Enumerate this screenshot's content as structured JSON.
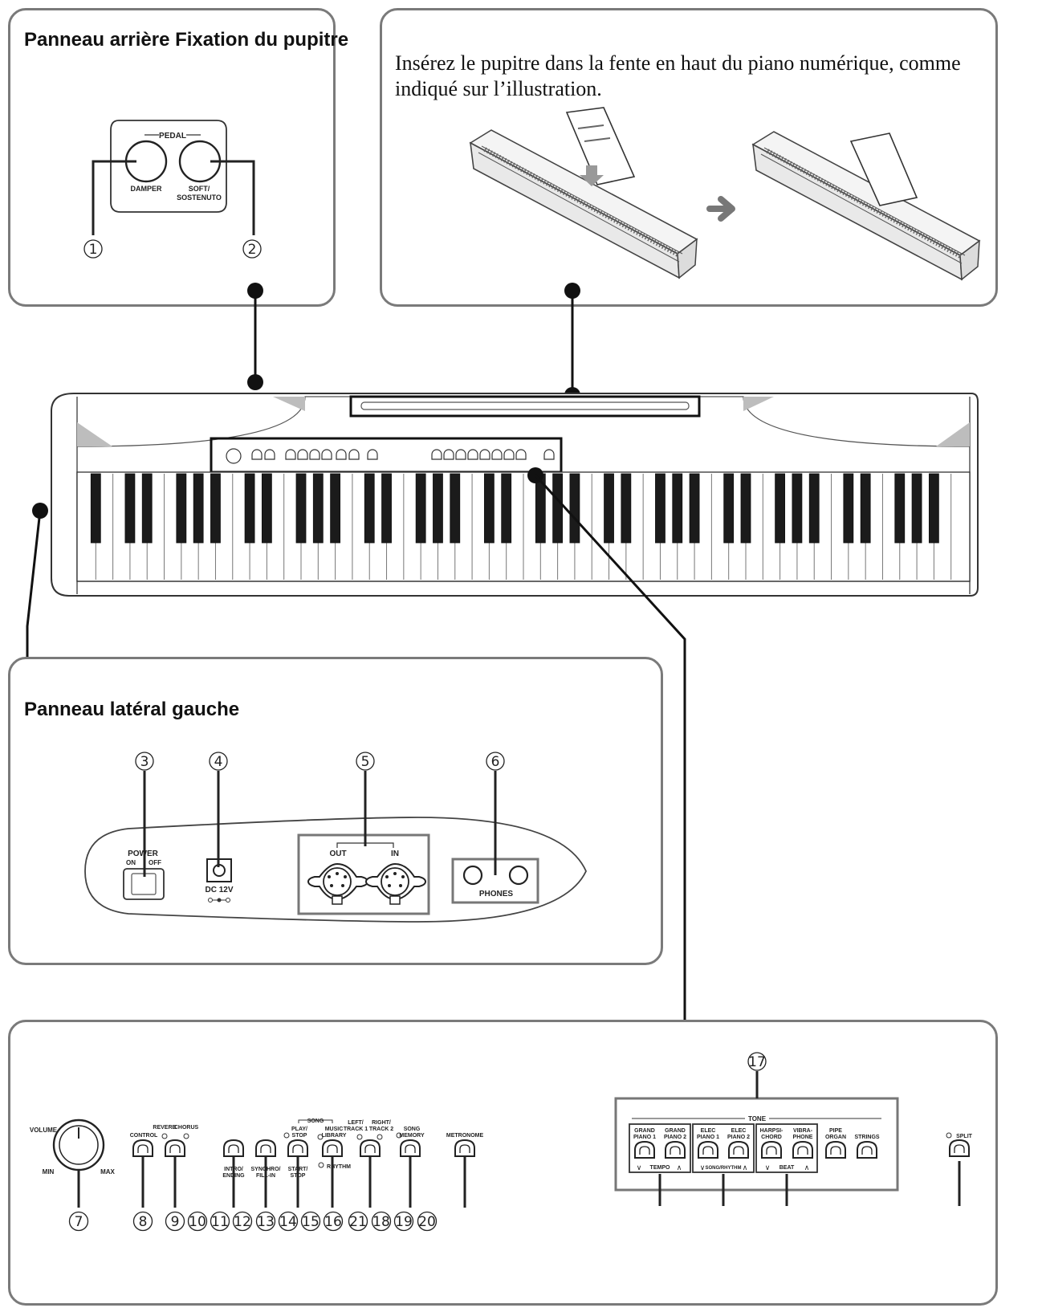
{
  "rear_panel": {
    "title": "Panneau arrière Fixation du pupitre",
    "pedal_group_label": "PEDAL",
    "pedal_left_label": "DAMPER",
    "pedal_right_label_1": "SOFT/",
    "pedal_right_label_2": "SOSTENUTO",
    "callout_1": "1",
    "callout_2": "2"
  },
  "music_stand_panel": {
    "instruction": "Insérez le pupitre dans la fente en haut du piano numérique, comme indiqué sur l’illustration."
  },
  "left_side_panel": {
    "title": "Panneau latéral gauche",
    "callout_3": "3",
    "callout_4": "4",
    "callout_5": "5",
    "callout_6": "6",
    "power_label": "POWER",
    "power_on": "ON",
    "power_off": "OFF",
    "dc_label": "DC 12V",
    "midi_out": "OUT",
    "midi_in": "IN",
    "phones_label": "PHONES"
  },
  "console_panel": {
    "volume_label": "VOLUME",
    "min_label": "MIN",
    "max_label": "MAX",
    "control_label": "CONTROL",
    "reverb_label": "REVERB",
    "chorus_label": "CHORUS",
    "intro_label_1": "INTRO/",
    "intro_label_2": "ENDING",
    "synchro_label_1": "SYNCHRO/",
    "synchro_label_2": "FILL-IN",
    "song_group_label": "SONG",
    "play_label_1": "PLAY/",
    "play_label_2": "STOP",
    "start_label_1": "START/",
    "start_label_2": "STOP",
    "music_label_1": "MUSIC",
    "music_label_2": "LIBRARY",
    "rhythm_label": "RHYTHM",
    "left_track_1": "LEFT/",
    "left_track_2": "TRACK 1",
    "right_track_1": "RIGHT/",
    "right_track_2": "TRACK 2",
    "song_memory_1": "SONG",
    "song_memory_2": "MEMORY",
    "metronome_label": "METRONOME",
    "tone_label": "TONE",
    "grand1_1": "GRAND",
    "grand1_2": "PIANO 1",
    "grand2_1": "GRAND",
    "grand2_2": "PIANO 2",
    "elec1_1": "ELEC",
    "elec1_2": "PIANO 1",
    "elec2_1": "ELEC",
    "elec2_2": "PIANO 2",
    "harpsi_1": "HARPSI-",
    "harpsi_2": "CHORD",
    "vibra_1": "VIBRA-",
    "vibra_2": "PHONE",
    "pipe_1": "PIPE",
    "pipe_2": "ORGAN",
    "strings_label": "STRINGS",
    "tempo_label": "TEMPO",
    "song_rhythm_label": "SONG/RHYTHM",
    "beat_label": "BEAT",
    "split_label": "SPLIT",
    "callouts": [
      "7",
      "8",
      "9",
      "10",
      "11",
      "12",
      "13",
      "14",
      "15",
      "16",
      "21",
      "18",
      "19",
      "20"
    ],
    "callout_17": "17"
  }
}
